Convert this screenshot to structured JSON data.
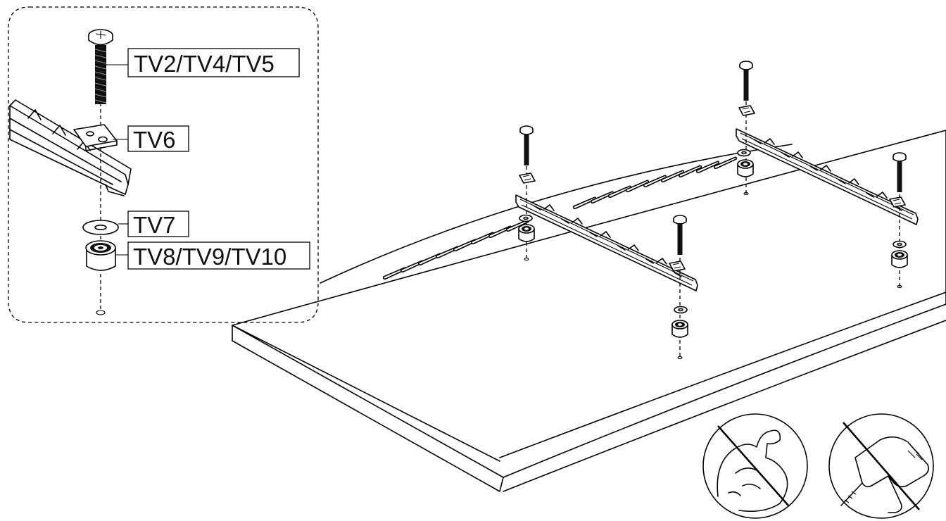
{
  "callout": {
    "labels": [
      {
        "id": "bolt",
        "text": "TV2/TV4/TV5"
      },
      {
        "id": "plate",
        "text": "TV6"
      },
      {
        "id": "washer",
        "text": "TV7"
      },
      {
        "id": "spacer",
        "text": "TV8/TV9/TV10"
      }
    ]
  },
  "warnings": [
    {
      "id": "no-excessive-force",
      "icon": "flexed-arm-prohibited-icon"
    },
    {
      "id": "no-power-drill",
      "icon": "power-drill-prohibited-icon"
    }
  ],
  "colors": {
    "line": "#000000",
    "background": "#ffffff"
  }
}
